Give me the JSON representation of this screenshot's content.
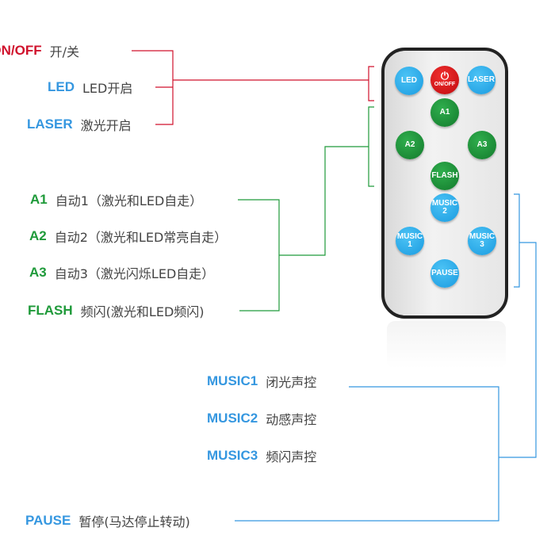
{
  "colors": {
    "red": "#d0122c",
    "green": "#1f9a3a",
    "blue": "#3597e0"
  },
  "labels": {
    "onoff": {
      "key": "ON/OFF",
      "desc": "开/关"
    },
    "led": {
      "key": "LED",
      "desc": "LED开启"
    },
    "laser": {
      "key": "LASER",
      "desc": "激光开启"
    },
    "a1": {
      "key": "A1",
      "desc": "自动1（激光和LED自走）"
    },
    "a2": {
      "key": "A2",
      "desc": "自动2（激光和LED常亮自走）"
    },
    "a3": {
      "key": "A3",
      "desc": "自动3（激光闪烁LED自走）"
    },
    "flash": {
      "key": "FLASH",
      "desc": "频闪(激光和LED频闪)"
    },
    "music1": {
      "key": "MUSIC1",
      "desc": "闭光声控"
    },
    "music2": {
      "key": "MUSIC2",
      "desc": "动感声控"
    },
    "music3": {
      "key": "MUSIC3",
      "desc": "频闪声控"
    },
    "pause": {
      "key": "PAUSE",
      "desc": "暂停(马达停止转动)"
    }
  },
  "remote": {
    "led": "LED",
    "onoff_icon": "power-icon",
    "onoff": "ON/OFF",
    "laser": "LASER",
    "a1": "A1",
    "a2": "A2",
    "a3": "A3",
    "flash": "FLASH",
    "music1": [
      "MUSIC",
      "1"
    ],
    "music2": [
      "MUSIC",
      "2"
    ],
    "music3": [
      "MUSIC",
      "3"
    ],
    "pause": "PAUSE"
  }
}
